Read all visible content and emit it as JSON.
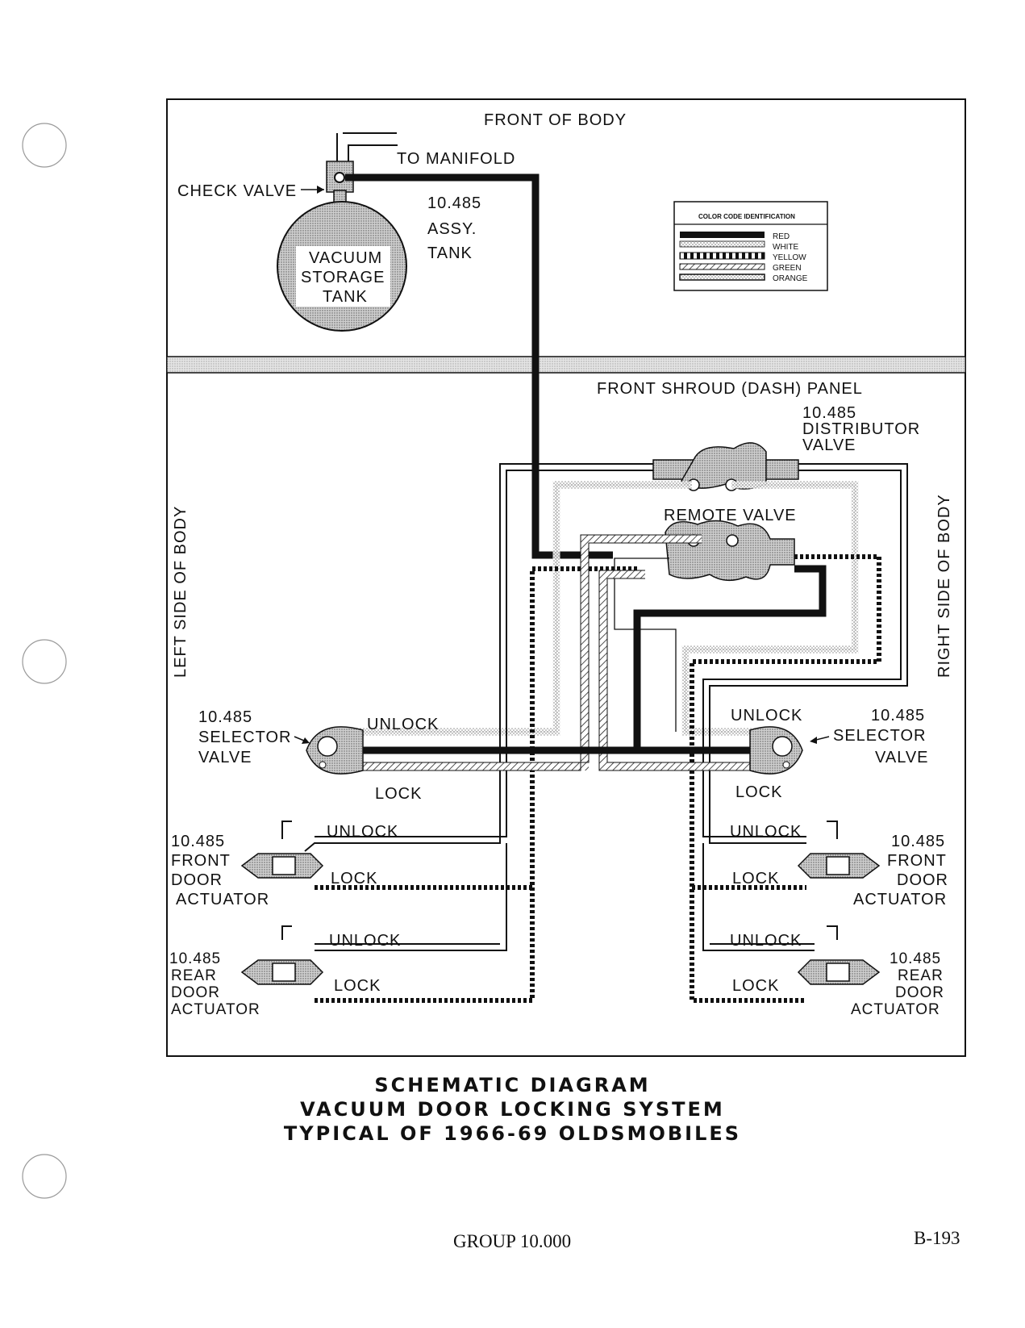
{
  "labels": {
    "front_of_body": "FRONT OF BODY",
    "to_manifold": "TO MANIFOLD",
    "check_valve": "CHECK VALVE",
    "tank_code": "10.485",
    "tank_assy": "ASSY.",
    "tank_word": "TANK",
    "vacuum_storage_tank": [
      "VACUUM",
      "STORAGE",
      "TANK"
    ],
    "front_shroud": "FRONT SHROUD (DASH) PANEL",
    "distributor_valve": [
      "10.485",
      "DISTRIBUTOR",
      "VALVE"
    ],
    "remote_valve": "REMOTE VALVE",
    "left_side": "LEFT SIDE OF BODY",
    "right_side": "RIGHT SIDE OF BODY",
    "left_selector": [
      "10.485",
      "SELECTOR",
      "VALVE"
    ],
    "right_selector": [
      "10.485",
      "SELECTOR",
      "VALVE"
    ],
    "left_front_actuator": [
      "10.485",
      "FRONT",
      "DOOR",
      "ACTUATOR"
    ],
    "right_front_actuator": [
      "10.485",
      "FRONT",
      "DOOR",
      "ACTUATOR"
    ],
    "left_rear_actuator": [
      "10.485",
      "REAR",
      "DOOR",
      "ACTUATOR"
    ],
    "right_rear_actuator": [
      "10.485",
      "REAR",
      "DOOR",
      "ACTUATOR"
    ],
    "unlock": "UNLOCK",
    "lock": "LOCK"
  },
  "legend": {
    "title": "COLOR CODE IDENTIFICATION",
    "items": [
      {
        "label": "RED",
        "color": "#111111"
      },
      {
        "label": "WHITE",
        "color": "#ffffff"
      },
      {
        "label": "YELLOW",
        "color": "#111111"
      },
      {
        "label": "GREEN",
        "color": "#888888"
      },
      {
        "label": "ORANGE",
        "color": "#444444"
      }
    ]
  },
  "caption": {
    "line1": "SCHEMATIC DIAGRAM",
    "line2": "VACUUM DOOR LOCKING SYSTEM",
    "line3": "TYPICAL OF 1966-69 OLDSMOBILES"
  },
  "footer": {
    "group": "GROUP 10.000",
    "page": "B-193"
  }
}
